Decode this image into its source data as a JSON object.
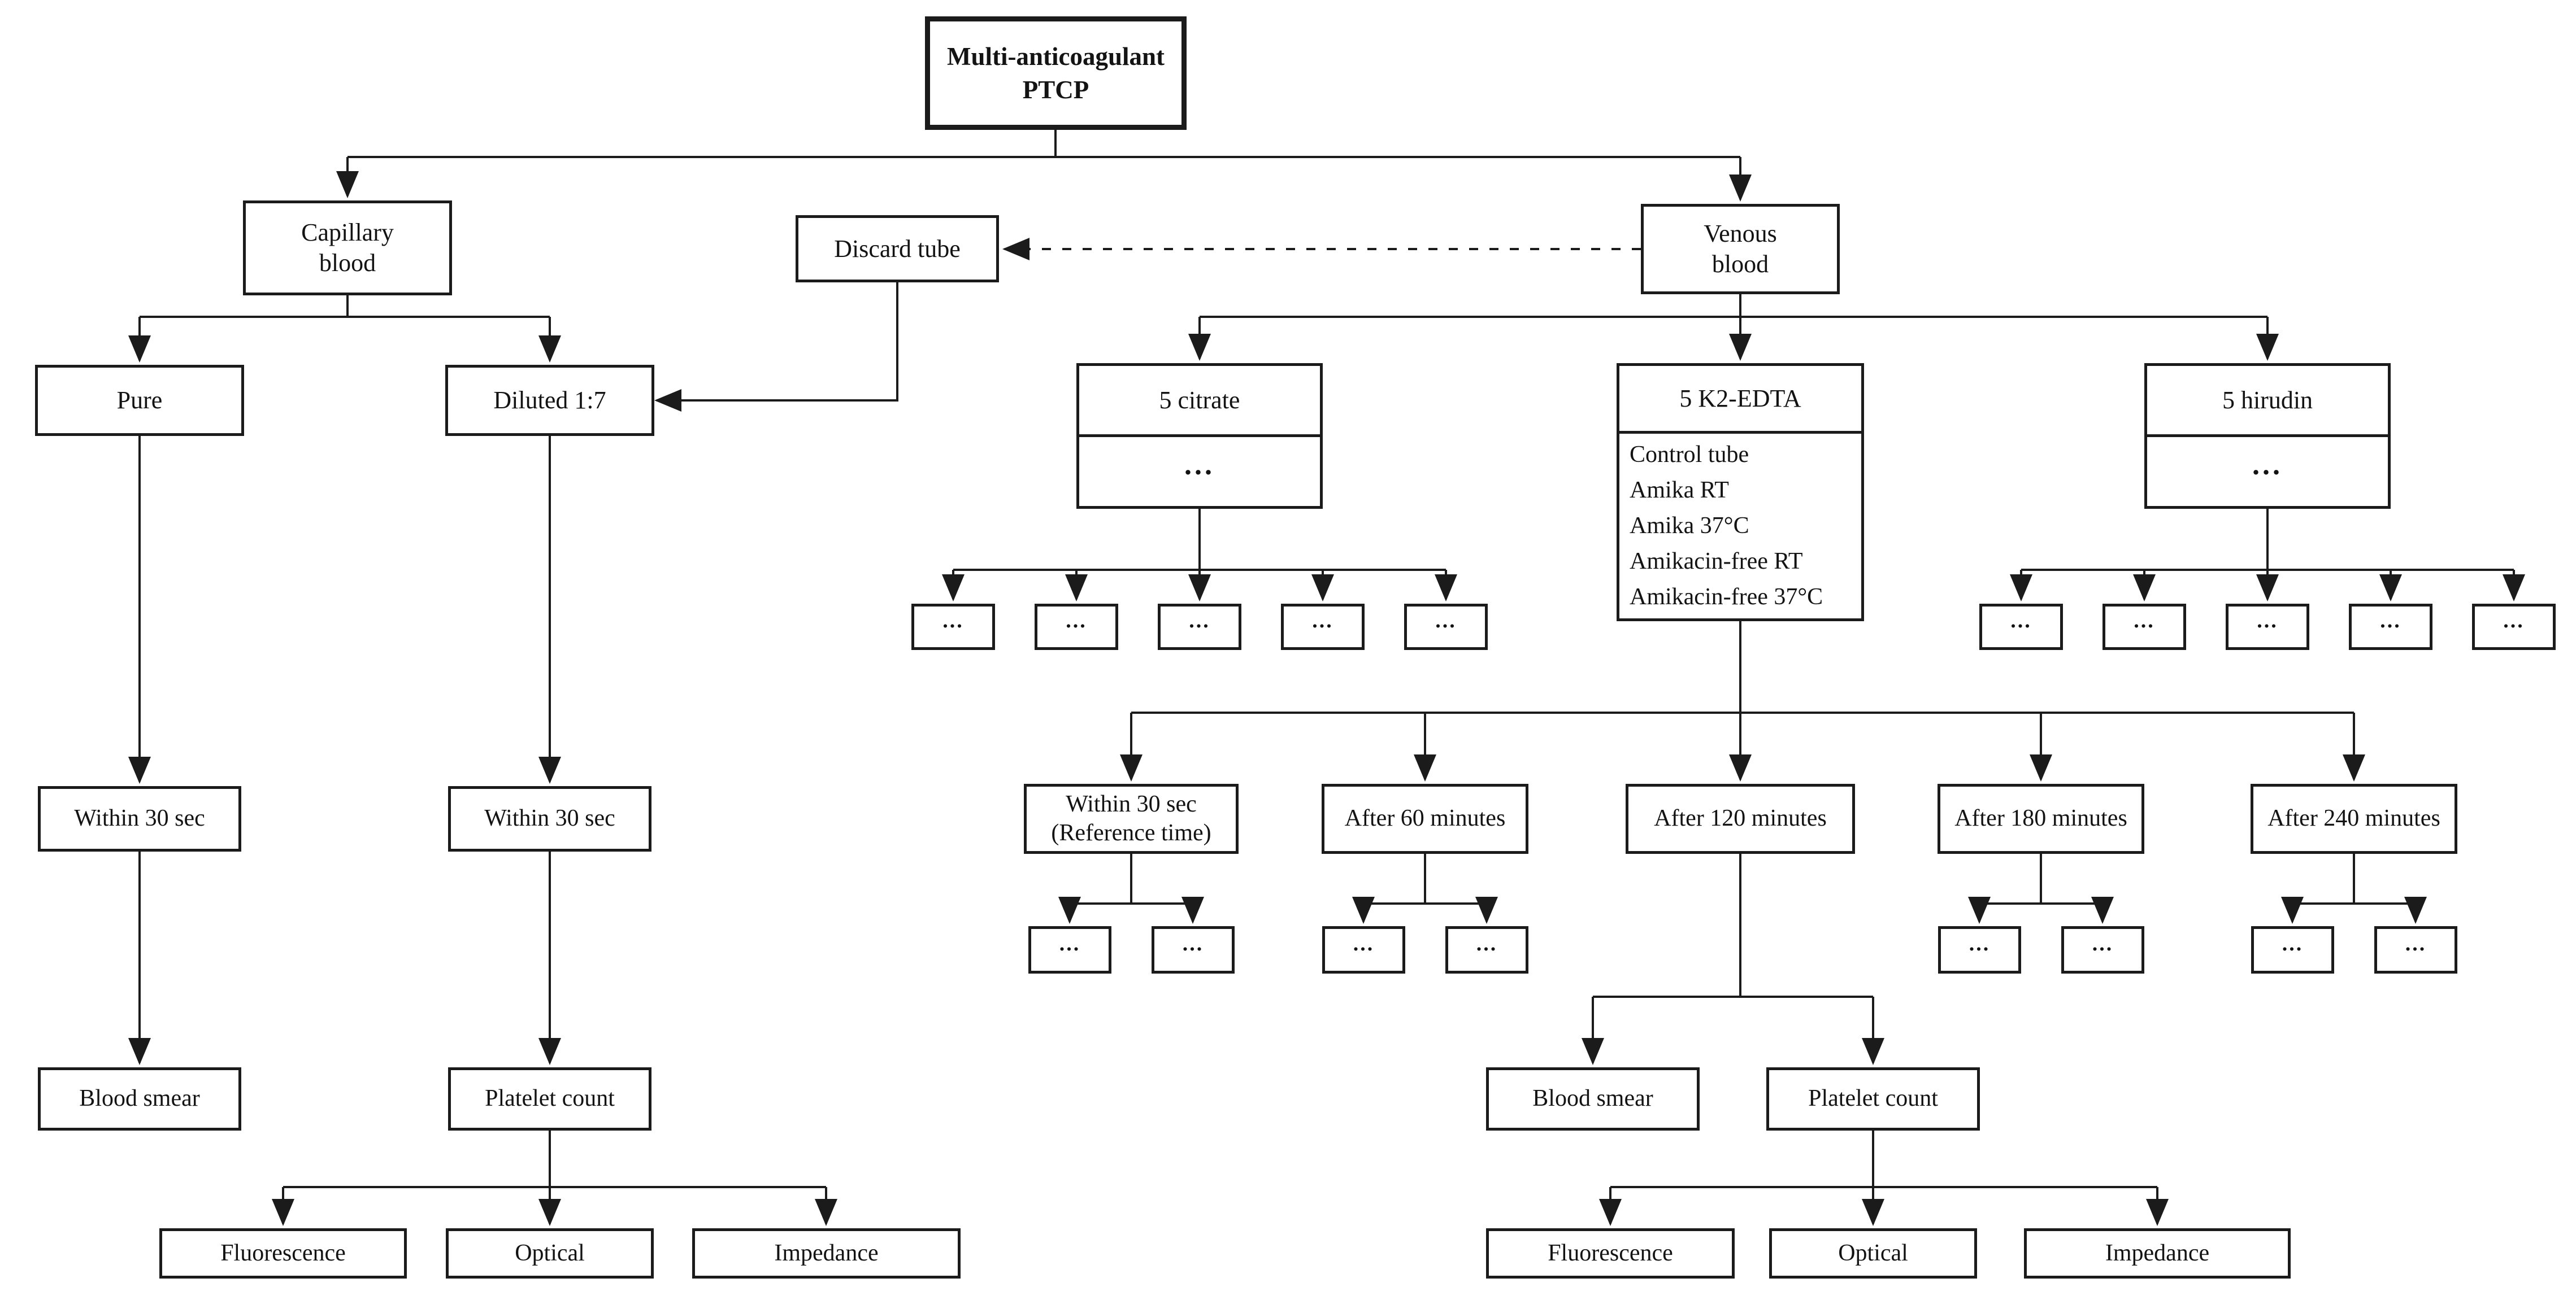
{
  "palette": {
    "background": "#ffffff",
    "line": "#1b1b1b",
    "box_border": "#1b1b1b",
    "text": "#131313"
  },
  "root": {
    "label": "Multi-anticoagulant\nPTCP"
  },
  "ellipsis": "...",
  "capillary_branch": {
    "label": "Capillary\nblood",
    "pure": "Pure",
    "diluted": "Diluted 1:7",
    "time_label": "Within 30 sec",
    "blood_smear": "Blood smear",
    "platelet_count": "Platelet count"
  },
  "discard": {
    "label": "Discard tube"
  },
  "venous_branch": {
    "label": "Venous\nblood",
    "citrate_title": "5 citrate",
    "k2edta_title": "5 K2-EDTA",
    "hirudin_title": "5 hirudin",
    "k2edta_conditions": [
      "Control tube",
      "Amika RT",
      "Amika 37°C",
      "Amikacin-free RT",
      "Amikacin-free 37°C"
    ],
    "timepoints": {
      "reference": "Within 30 sec\n(Reference time)",
      "t60": "After 60 minutes",
      "t120": "After 120 minutes",
      "t180": "After 180 minutes",
      "t240": "After 240 minutes"
    },
    "blood_smear": "Blood smear",
    "platelet_count": "Platelet count"
  },
  "methods": {
    "fluorescence": "Fluorescence",
    "optical": "Optical",
    "impedance": "Impedance"
  }
}
